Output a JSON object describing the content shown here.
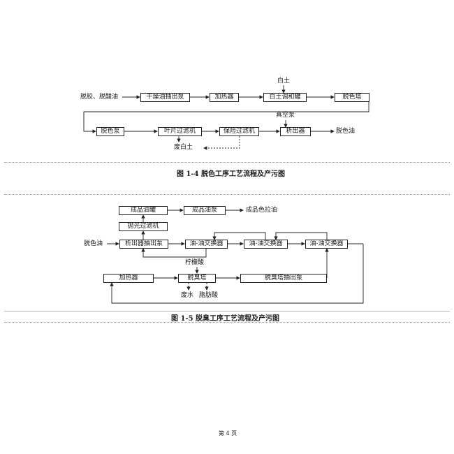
{
  "diagram1": {
    "input_label": "脱胶、脱酸油",
    "top_label_white_clay": "白土",
    "top_label_vacuum": "真空泵",
    "boxes": {
      "drying_pump": "干燥油抽出泵",
      "heater": "加热器",
      "clay_mix_tank": "白土调和罐",
      "decolor_tower": "脱色塔",
      "decolor_pump": "脱色泵",
      "leaf_filter": "叶片过滤机",
      "safety_filter": "保险过滤机",
      "separator": "析出器"
    },
    "output_label": "脱色油",
    "waste_label": "废白土",
    "caption": "图 1-4  脱色工序工艺流程及产污图"
  },
  "diagram2": {
    "input_label": "脱色油",
    "boxes": {
      "product_tank": "成品油罐",
      "product_pump": "成品油泵",
      "polish_filter": "抛光过滤机",
      "separator_pump": "析出器抽出泵",
      "exchanger1": "油-油交换器",
      "exchanger2": "油-油交换器",
      "exchanger3": "油-油交换器",
      "heater": "加热器",
      "deodor_tower": "脱臭塔",
      "deodor_pump": "脱臭塔抽出泵"
    },
    "output_label": "成品色拉油",
    "citric_label": "柠檬酸",
    "waste_water": "废水",
    "fatty_acid": "脂肪酸",
    "caption": "图 1-5 脱臭工序工艺流程及产污图"
  },
  "footer": {
    "page_number": "第 4 页"
  }
}
